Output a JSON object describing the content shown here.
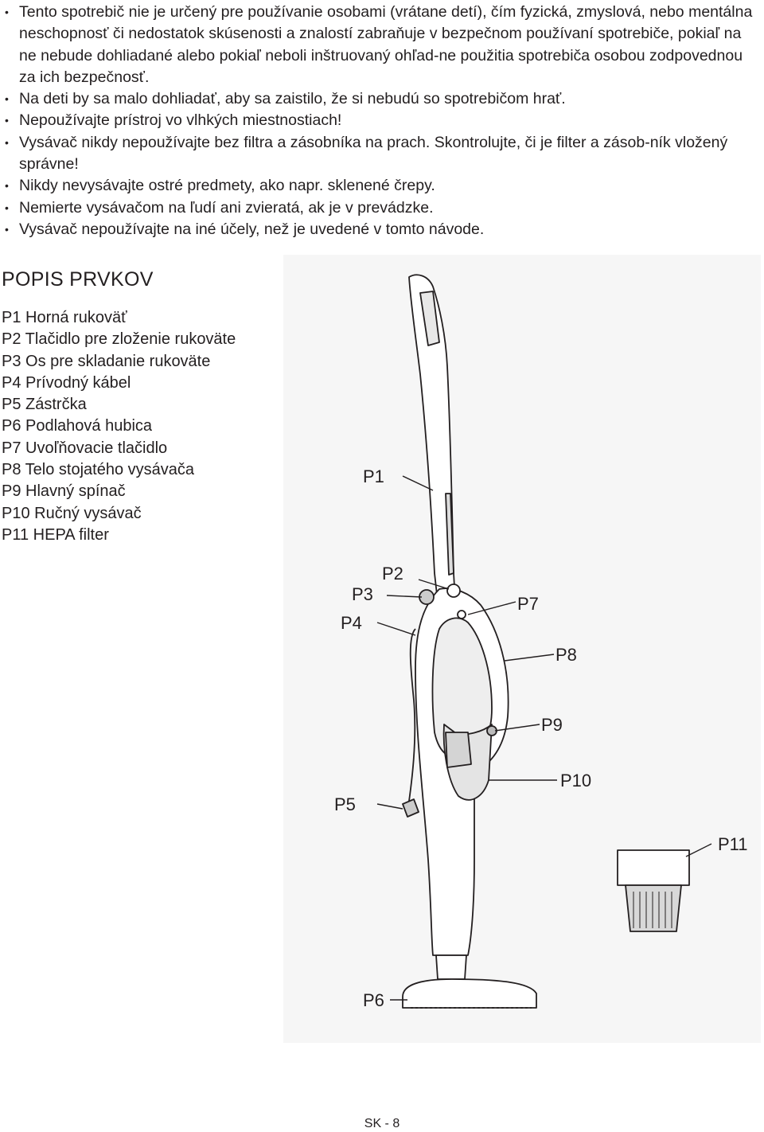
{
  "bullets": [
    "Tento spotrebič nie je určený pre používanie osobami (vrátane detí), čím fyzická, zmyslová, nebo mentálna neschopnosť či nedostatok skúsenosti a znalostí zabraňuje v bezpečnom používaní spotrebiče, pokiaľ na ne nebude dohliadané alebo pokiaľ neboli inštruovaný ohľad-ne použitia spotrebiča osobou zodpovednou za ich bezpečnosť.",
    "Na deti by sa malo dohliadať, aby sa  zaistilo, že si nebudú so spotrebičom hrať.",
    "Nepoužívajte prístroj vo vlhkých miestnostiach!",
    "Vysávač nikdy nepoužívajte bez filtra a zásobníka na prach. Skontrolujte, či je filter a zásob-ník vložený správne!",
    "Nikdy nevysávajte ostré predmety, ako napr. sklenené črepy.",
    "Nemierte vysávačom na ľudí ani zvieratá, ak je v prevádzke.",
    "Vysávač nepoužívajte na iné účely, než je uvedené v tomto návode."
  ],
  "section_title": "POPIS PRVKOV",
  "parts": [
    "P1 Horná rukoväť",
    "P2 Tlačidlo pre zloženie rukoväte",
    "P3 Os pre skladanie rukoväte",
    "P4 Prívodný kábel",
    "P5 Zástrčka",
    "P6 Podlahová hubica",
    "P7 Uvoľňovacie tlačidlo",
    "P8 Telo stojatého vysávača",
    "P9 Hlavný spínač",
    "P10 Ručný vysávač",
    "P11 HEPA filter"
  ],
  "figure_labels": {
    "p1": "P1",
    "p2": "P2",
    "p3": "P3",
    "p4": "P4",
    "p5": "P5",
    "p6": "P6",
    "p7": "P7",
    "p8": "P8",
    "p9": "P9",
    "p10": "P10",
    "p11": "P11"
  },
  "footer": "SK - 8"
}
